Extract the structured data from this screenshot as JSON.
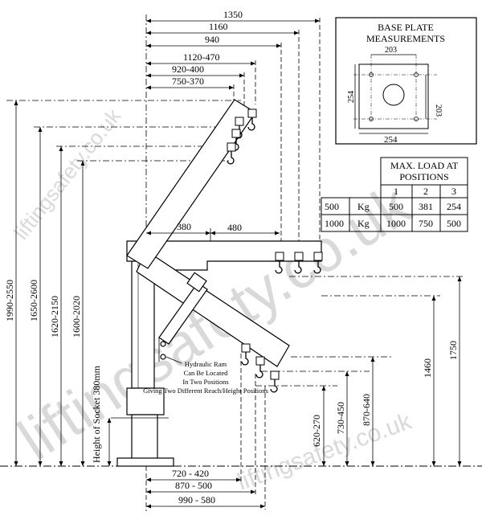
{
  "watermark": {
    "text": "liftingsafety.co.uk"
  },
  "top_dims": {
    "d1": "1350",
    "d2": "1160",
    "d3": "940",
    "d4": "1120-470",
    "d5": "920-400",
    "d6": "750-370"
  },
  "left_dims": {
    "d1": "1990-2550",
    "d2": "1650-2600",
    "d3": "1620-2150",
    "d4": "1600-2020",
    "socket": "Height of Socket 380mm"
  },
  "jib_dims": {
    "d1": "380",
    "d2": "480"
  },
  "right_dims": {
    "d1": "1750",
    "d2": "1460",
    "d3": "870-640",
    "d4": "730-450",
    "d5": "620-270"
  },
  "bottom_dims": {
    "d1": "720 - 420",
    "d2": "870 - 500",
    "d3": "990 - 580"
  },
  "ram_note": [
    "Hydraulic Ram",
    "Can Be Located",
    "In Two Positions",
    "Giving Two Different Reach/Height Positions"
  ],
  "base_plate": {
    "title_line1": "BASE PLATE",
    "title_line2": "MEASUREMENTS",
    "hole_spacing_h": "203",
    "hole_spacing_v": "203",
    "plate_width": "254",
    "plate_height": "254"
  },
  "load_table": {
    "title_line1": "MAX. LOAD AT",
    "title_line2": "POSITIONS",
    "positions": [
      "1",
      "2",
      "3"
    ],
    "rows": [
      {
        "capacity": "500",
        "unit": "Kg",
        "values": [
          "500",
          "381",
          "254"
        ]
      },
      {
        "capacity": "1000",
        "unit": "Kg",
        "values": [
          "1000",
          "750",
          "500"
        ]
      }
    ]
  }
}
